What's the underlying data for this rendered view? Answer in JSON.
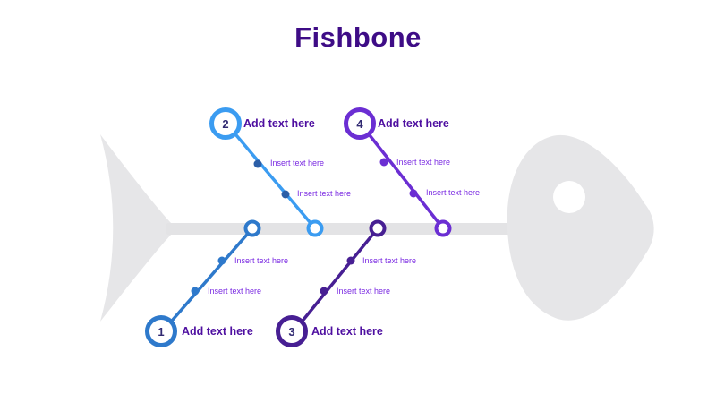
{
  "title": "Fishbone",
  "colors": {
    "title_text": "#3e0c86",
    "branch_label_text": "#4e0fa0",
    "note_text": "#7b2be2",
    "badge_number_text": "#312a72",
    "skeleton_gray": "#e6e6e8",
    "spine_gray": "#e3e3e5"
  },
  "branches": [
    {
      "number": "1",
      "label": "Add text here",
      "color": "#2e79cb",
      "position": "bottom-left",
      "notes": [
        "Insert text here",
        "Insert text here"
      ]
    },
    {
      "number": "2",
      "label": "Add text here",
      "color": "#3b9cf1",
      "position": "top-left",
      "notes": [
        "Insert text here",
        "Insert text here"
      ]
    },
    {
      "number": "3",
      "label": "Add text here",
      "color": "#471f93",
      "position": "bottom-right",
      "notes": [
        "Insert text here",
        "Insert text here"
      ]
    },
    {
      "number": "4",
      "label": "Add text here",
      "color": "#6b2ed3",
      "position": "top-right",
      "notes": [
        "Insert text here",
        "Insert text here"
      ]
    }
  ]
}
